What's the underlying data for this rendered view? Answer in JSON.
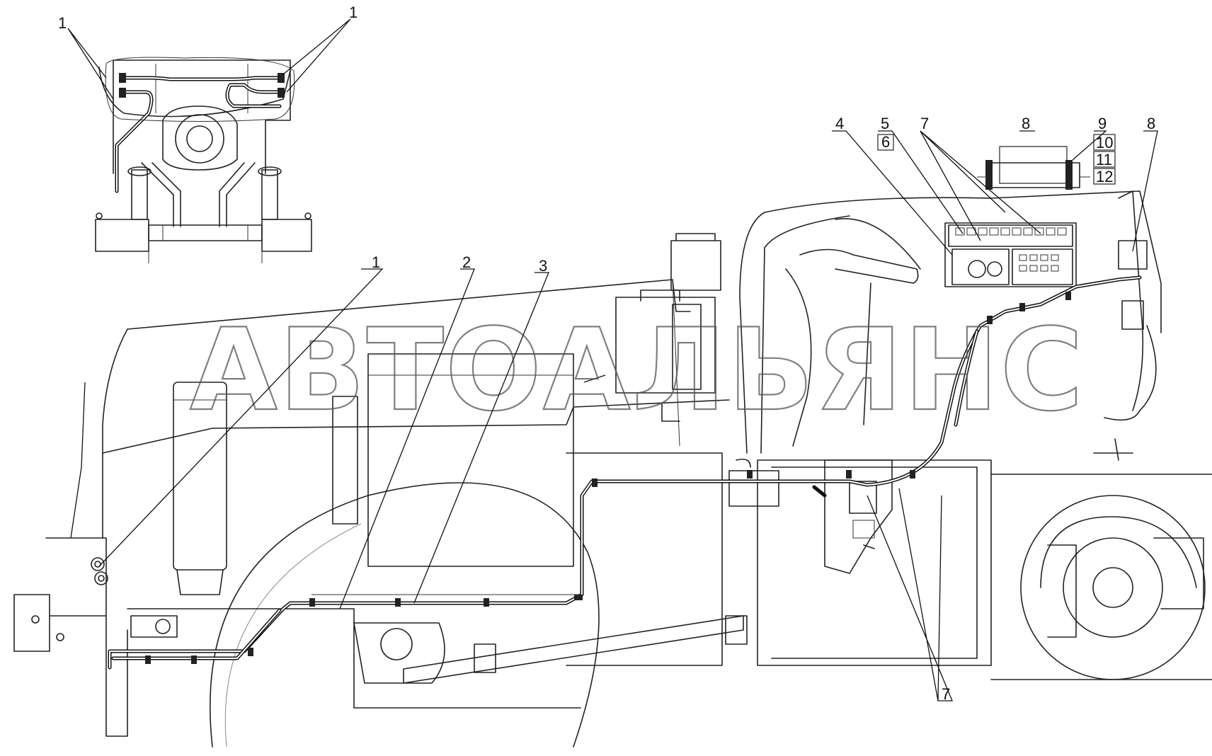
{
  "watermark": "АВТОАЛЬЯНС",
  "callouts": {
    "c1_top_left": "1",
    "c1_top_right": "1",
    "c1_main": "1",
    "c2": "2",
    "c3": "3",
    "c4": "4",
    "c5": "5",
    "c6": "6",
    "c7_top": "7",
    "c7_bottom": "7",
    "c8_box": "8",
    "c8_right": "8",
    "c9": "9",
    "c10": "10",
    "c11": "11",
    "c12": "12"
  }
}
